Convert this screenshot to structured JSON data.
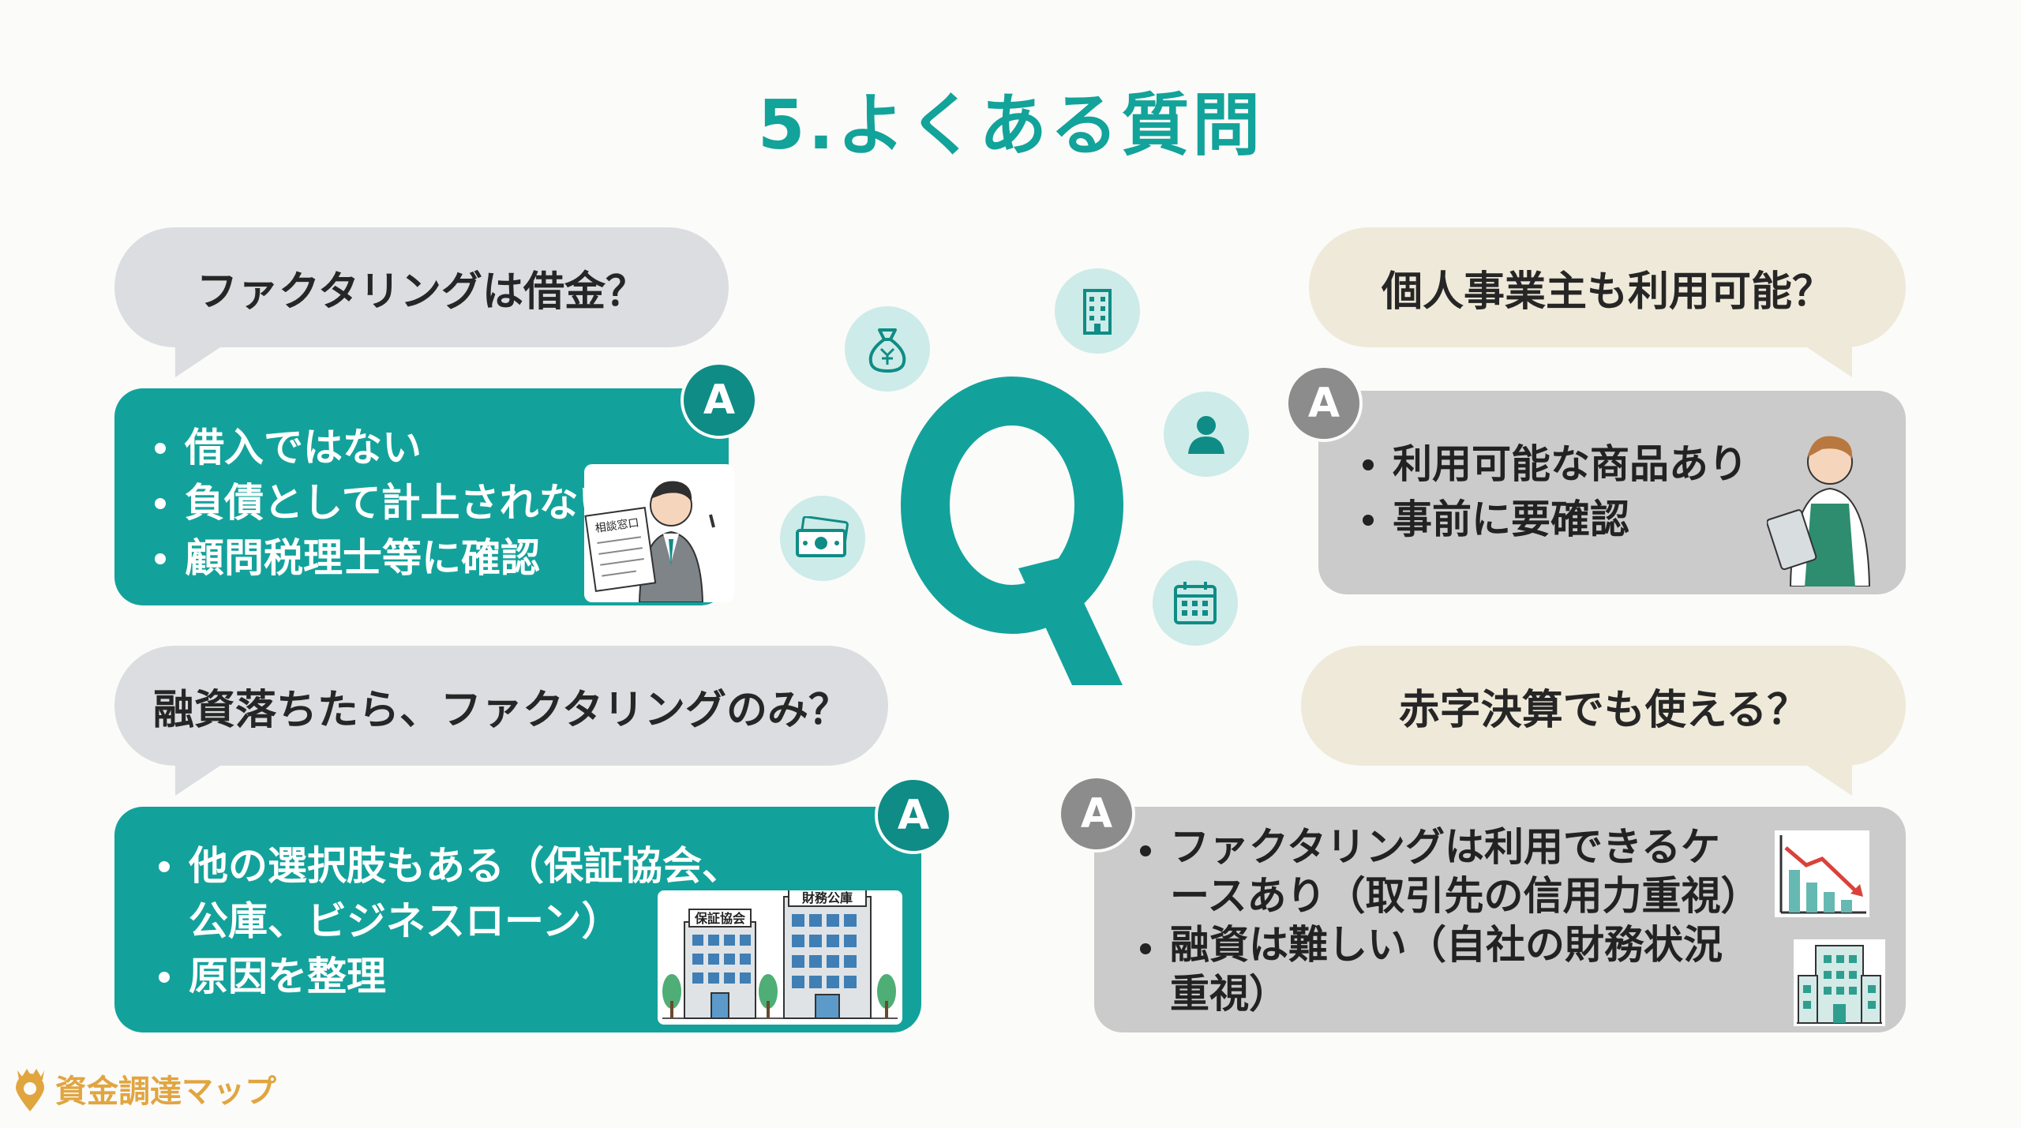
{
  "title": "5.よくある質問",
  "center_letter": "Q",
  "badge_label": "A",
  "faq": [
    {
      "question": "ファクタリングは借金？",
      "answers": [
        "借入ではない",
        "負債として計上されない",
        "顧問税理士等に確認"
      ],
      "sign_text": "相談窓口"
    },
    {
      "question": "個人事業主も利用可能？",
      "answers": [
        "利用可能な商品あり",
        "事前に要確認"
      ]
    },
    {
      "question": "融資落ちたら、ファクタリングのみ？",
      "answers": [
        "他の選択肢もある（保証協会、公庫、ビジネスローン）",
        "原因を整理"
      ],
      "building_labels": [
        "保証協会",
        "財務公庫"
      ]
    },
    {
      "question": "赤字決算でも使える？",
      "answers": [
        "ファクタリングは利用できるケースあり（取引先の信用力重視）",
        "融資は難しい（自社の財務状況重視）"
      ]
    }
  ],
  "center_icons": [
    "money-bag-icon",
    "building-icon",
    "person-icon",
    "banknote-icon",
    "calendar-icon"
  ],
  "logo": {
    "text": "資金調達マップ"
  },
  "colors": {
    "teal": "#13a29b",
    "teal_dark": "#0f8c86",
    "grey_box": "#cbcbcb",
    "question_gray": "#dcdde0",
    "question_beige": "#efe9d9",
    "logo_gold": "#e1a540"
  }
}
